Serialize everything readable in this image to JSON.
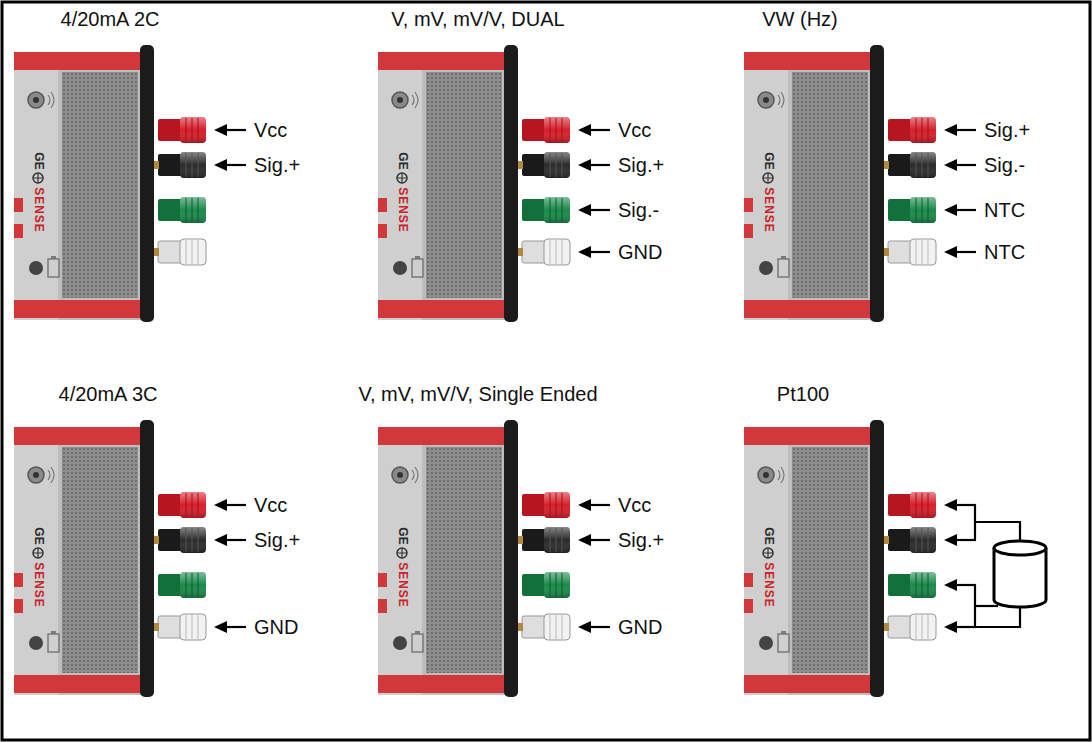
{
  "diagram": {
    "labels": [
      "4/20mA 2C",
      "GE",
      "SENSE",
      "Vcc",
      "Sig.+",
      "V, mV, mV/V, DUAL",
      "GE",
      "SENSE",
      "Vcc",
      "Sig.+",
      "Sig.-",
      "GND",
      "VW (Hz)",
      "GE",
      "SENSE",
      "Sig.+",
      "Sig.-",
      "NTC",
      "NTC",
      "4/20mA 3C",
      "GE",
      "SENSE",
      "Vcc",
      "Sig.+",
      "GND",
      "V, mV, mV/V, Single Ended",
      "GE",
      "SENSE",
      "Vcc",
      "Sig.+",
      "GND",
      "Pt100",
      "GE",
      "SENSE"
    ]
  }
}
